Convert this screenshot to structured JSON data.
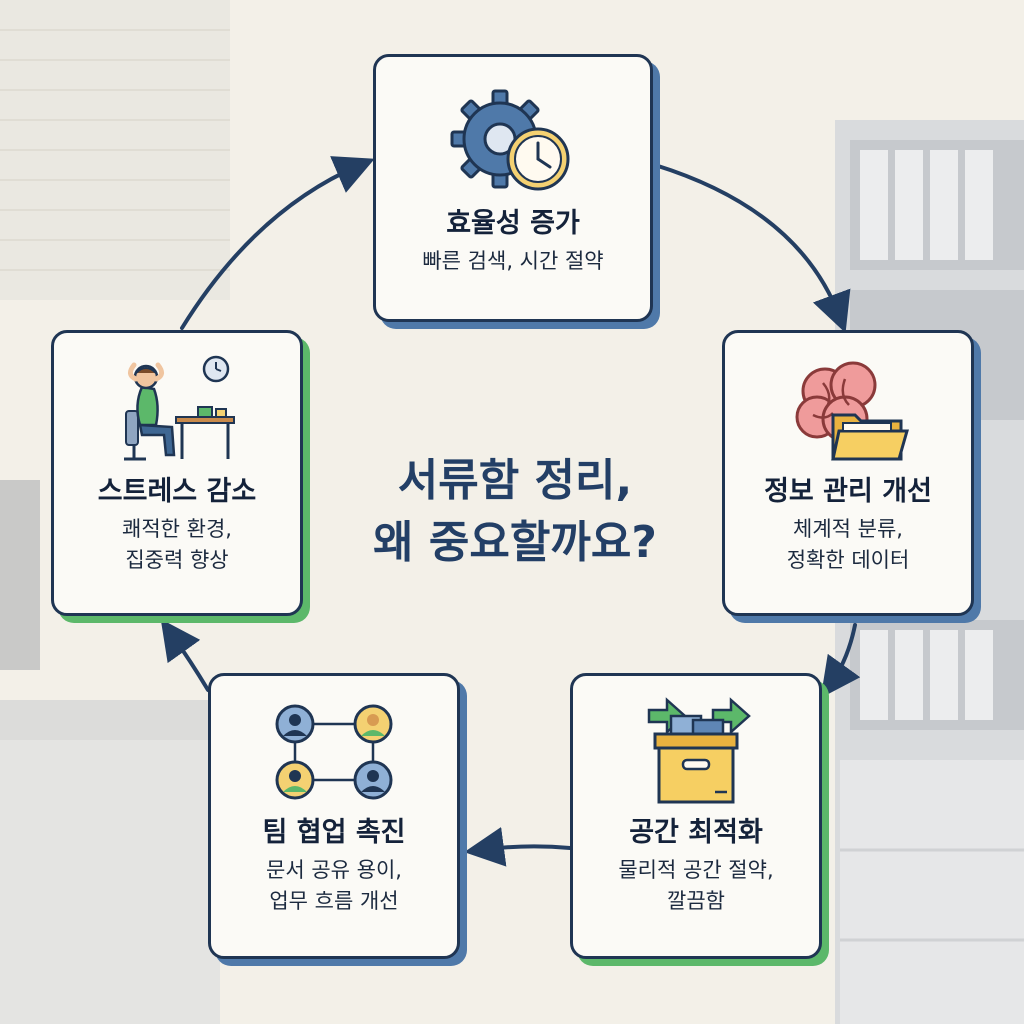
{
  "center_title": {
    "line1": "서류함 정리,",
    "line2": "왜 중요할까요?"
  },
  "cards": [
    {
      "id": "efficiency",
      "icon": "gear-clock-icon",
      "title": "효율성 증가",
      "desc": [
        "빠른 검색, 시간 절약"
      ]
    },
    {
      "id": "info",
      "icon": "brain-folder-icon",
      "title": "정보 관리 개선",
      "desc": [
        "체계적 분류,",
        "정확한 데이터"
      ]
    },
    {
      "id": "space",
      "icon": "storage-box-icon",
      "title": "공간 최적화",
      "desc": [
        "물리적 공간 절약,",
        "깔끔함"
      ]
    },
    {
      "id": "team",
      "icon": "team-network-icon",
      "title": "팀 협업 촉진",
      "desc": [
        "문서 공유 용이,",
        "업무 흐름 개선"
      ]
    },
    {
      "id": "stress",
      "icon": "relaxed-person-icon",
      "title": "스트레스 감소",
      "desc": [
        "쾌적한 환경,",
        "집중력 향상"
      ]
    }
  ],
  "colors": {
    "navy": "#1f3553",
    "accent_blue": "#4f79a9",
    "accent_green": "#5cb86a",
    "arrow": "#243f63"
  }
}
